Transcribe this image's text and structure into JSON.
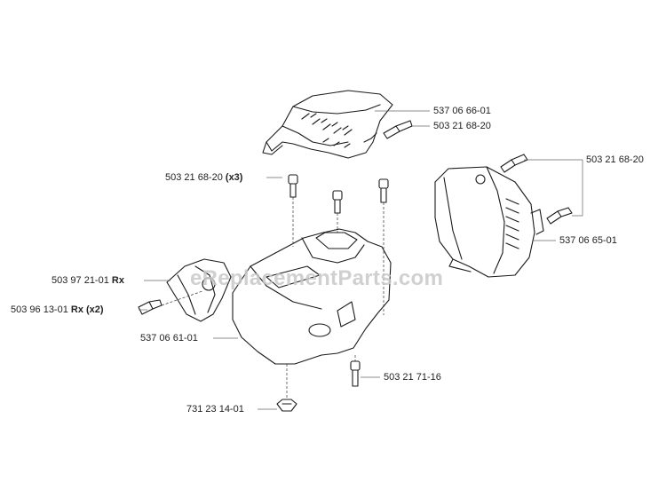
{
  "watermark": "eReplacementParts.com",
  "labels": {
    "top_cover": "537 06 66-01",
    "top_screw": "503 21 68-20",
    "screws_x3_num": "503 21 68-20",
    "screws_x3_sfx": "(x3)",
    "right_screw": "503 21 68-20",
    "right_cover": "537 06 65-01",
    "small_cover_num": "503 97 21-01",
    "small_cover_sfx": "Rx",
    "small_screw_num": "503 96 13-01",
    "small_screw_sfx": "Rx (x2)",
    "main_cover": "537 06 61-01",
    "bottom_screw": "503 21 71-16",
    "nut": "731 23 14-01"
  }
}
